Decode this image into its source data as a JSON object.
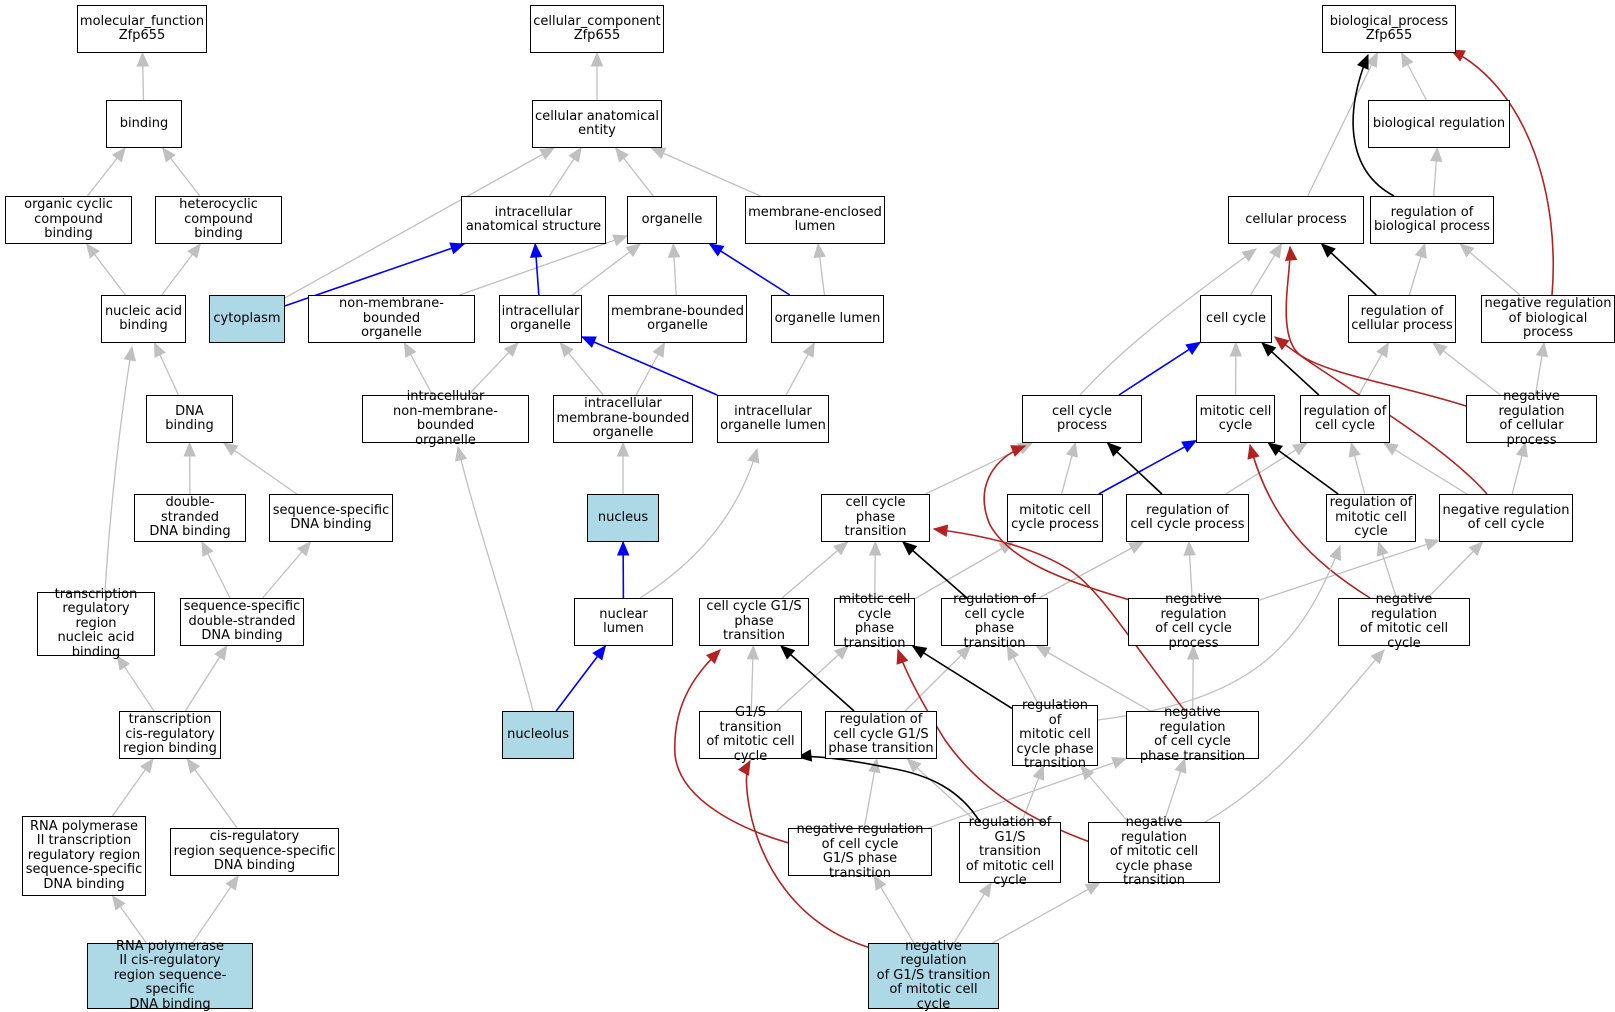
{
  "colors": {
    "is_a": "#c0c0c0",
    "part_of": "#0000ff",
    "regulates": "#000000",
    "negatively_regulates": "#b22222",
    "highlight": "#add8e6"
  },
  "nodes": [
    {
      "id": "mf",
      "label": "molecular_function\nZfp655"
    },
    {
      "id": "cc",
      "label": "cellular_component\nZfp655"
    },
    {
      "id": "bp",
      "label": "biological_process\nZfp655"
    },
    {
      "id": "binding",
      "label": "binding"
    },
    {
      "id": "cae",
      "label": "cellular anatomical\nentity"
    },
    {
      "id": "biolreg",
      "label": "biological regulation"
    },
    {
      "id": "ocb",
      "label": "organic cyclic\ncompound binding"
    },
    {
      "id": "hcb",
      "label": "heterocyclic\ncompound binding"
    },
    {
      "id": "ias",
      "label": "intracellular\nanatomical structure"
    },
    {
      "id": "organelle",
      "label": "organelle"
    },
    {
      "id": "mel",
      "label": "membrane-enclosed\nlumen"
    },
    {
      "id": "cellproc",
      "label": "cellular process"
    },
    {
      "id": "regbp",
      "label": "regulation of\nbiological process"
    },
    {
      "id": "nab",
      "label": "nucleic acid\nbinding"
    },
    {
      "id": "cytoplasm",
      "label": "cytoplasm",
      "highlight": true
    },
    {
      "id": "nmbo",
      "label": "non-membrane-bounded\norganelle"
    },
    {
      "id": "io",
      "label": "intracellular\norganelle"
    },
    {
      "id": "mbo",
      "label": "membrane-bounded\norganelle"
    },
    {
      "id": "ol",
      "label": "organelle lumen"
    },
    {
      "id": "cellcycle",
      "label": "cell cycle"
    },
    {
      "id": "regcp",
      "label": "regulation of\ncellular process"
    },
    {
      "id": "nrbp",
      "label": "negative regulation\nof biological\nprocess"
    },
    {
      "id": "dnab",
      "label": "DNA binding"
    },
    {
      "id": "inmbo",
      "label": "intracellular\nnon-membrane-bounded\norganelle"
    },
    {
      "id": "imbo",
      "label": "intracellular\nmembrane-bounded\norganelle"
    },
    {
      "id": "iol",
      "label": "intracellular\norganelle lumen"
    },
    {
      "id": "ccp",
      "label": "cell cycle process"
    },
    {
      "id": "mcc",
      "label": "mitotic cell\ncycle"
    },
    {
      "id": "regcc",
      "label": "regulation of\ncell cycle"
    },
    {
      "id": "nrcp",
      "label": "negative regulation\nof cellular\nprocess"
    },
    {
      "id": "dsdna",
      "label": "double-stranded\nDNA binding"
    },
    {
      "id": "ssdna",
      "label": "sequence-specific\nDNA binding"
    },
    {
      "id": "nucleus",
      "label": "nucleus",
      "highlight": true
    },
    {
      "id": "ccpt",
      "label": "cell cycle phase\ntransition"
    },
    {
      "id": "mccp",
      "label": "mitotic cell\ncycle process"
    },
    {
      "id": "regccp",
      "label": "regulation of\ncell cycle process"
    },
    {
      "id": "regmcc",
      "label": "regulation of\nmitotic cell\ncycle"
    },
    {
      "id": "nrcc",
      "label": "negative regulation\nof cell cycle"
    },
    {
      "id": "trrnab",
      "label": "transcription\nregulatory region\nnucleic acid\nbinding"
    },
    {
      "id": "ssdsdna",
      "label": "sequence-specific\ndouble-stranded\nDNA binding"
    },
    {
      "id": "nuclumen",
      "label": "nuclear lumen"
    },
    {
      "id": "g1spt",
      "label": "cell cycle G1/S\nphase transition"
    },
    {
      "id": "mccpt",
      "label": "mitotic cell\ncycle phase\ntransition"
    },
    {
      "id": "regccpt",
      "label": "regulation of\ncell cycle phase\ntransition"
    },
    {
      "id": "nrccp",
      "label": "negative regulation\nof cell cycle\nprocess"
    },
    {
      "id": "nrmcc",
      "label": "negative regulation\nof mitotic cell\ncycle"
    },
    {
      "id": "tcrrb",
      "label": "transcription\ncis-regulatory\nregion binding"
    },
    {
      "id": "nucleolus",
      "label": "nucleolus",
      "highlight": true
    },
    {
      "id": "g1smcc",
      "label": "G1/S transition\nof mitotic cell\ncycle"
    },
    {
      "id": "regccg1s",
      "label": "regulation of\ncell cycle G1/S\nphase transition"
    },
    {
      "id": "regmccpt",
      "label": "regulation of\nmitotic cell\ncycle phase\ntransition"
    },
    {
      "id": "nrccpt",
      "label": "negative regulation\nof cell cycle\nphase transition"
    },
    {
      "id": "rnap2trr",
      "label": "RNA polymerase\nII transcription\nregulatory region\nsequence-specific\nDNA binding"
    },
    {
      "id": "crrssb",
      "label": "cis-regulatory\nregion sequence-specific\nDNA binding"
    },
    {
      "id": "nrccg1s",
      "label": "negative regulation\nof cell cycle\nG1/S phase transition"
    },
    {
      "id": "regg1smcc",
      "label": "regulation of\nG1/S transition\nof mitotic cell\ncycle"
    },
    {
      "id": "nrmccpt",
      "label": "negative regulation\nof mitotic cell\ncycle phase\ntransition"
    },
    {
      "id": "rnap2cis",
      "label": "RNA polymerase\nII cis-regulatory\nregion sequence-specific\nDNA binding",
      "highlight": true
    },
    {
      "id": "nrg1smcc",
      "label": "negative regulation\nof G1/S transition\nof mitotic cell\ncycle",
      "highlight": true
    }
  ],
  "edges": [
    {
      "from": "binding",
      "to": "mf",
      "type": "is_a"
    },
    {
      "from": "ocb",
      "to": "binding",
      "type": "is_a"
    },
    {
      "from": "hcb",
      "to": "binding",
      "type": "is_a"
    },
    {
      "from": "nab",
      "to": "ocb",
      "type": "is_a"
    },
    {
      "from": "nab",
      "to": "hcb",
      "type": "is_a"
    },
    {
      "from": "dnab",
      "to": "nab",
      "type": "is_a"
    },
    {
      "from": "dsdna",
      "to": "dnab",
      "type": "is_a"
    },
    {
      "from": "ssdna",
      "to": "dnab",
      "type": "is_a"
    },
    {
      "from": "ssdsdna",
      "to": "dsdna",
      "type": "is_a"
    },
    {
      "from": "ssdsdna",
      "to": "ssdna",
      "type": "is_a"
    },
    {
      "from": "trrnab",
      "to": "nab",
      "type": "is_a"
    },
    {
      "from": "tcrrb",
      "to": "trrnab",
      "type": "is_a"
    },
    {
      "from": "tcrrb",
      "to": "ssdsdna",
      "type": "is_a"
    },
    {
      "from": "rnap2trr",
      "to": "tcrrb",
      "type": "is_a"
    },
    {
      "from": "crrssb",
      "to": "tcrrb",
      "type": "is_a"
    },
    {
      "from": "rnap2cis",
      "to": "rnap2trr",
      "type": "is_a"
    },
    {
      "from": "rnap2cis",
      "to": "crrssb",
      "type": "is_a"
    },
    {
      "from": "cae",
      "to": "cc",
      "type": "is_a"
    },
    {
      "from": "ias",
      "to": "cae",
      "type": "is_a"
    },
    {
      "from": "organelle",
      "to": "cae",
      "type": "is_a"
    },
    {
      "from": "mel",
      "to": "cae",
      "type": "is_a"
    },
    {
      "from": "cytoplasm",
      "to": "cae",
      "type": "is_a"
    },
    {
      "from": "cytoplasm",
      "to": "ias",
      "type": "part_of"
    },
    {
      "from": "nmbo",
      "to": "organelle",
      "type": "is_a"
    },
    {
      "from": "io",
      "to": "organelle",
      "type": "is_a"
    },
    {
      "from": "io",
      "to": "ias",
      "type": "part_of"
    },
    {
      "from": "mbo",
      "to": "organelle",
      "type": "is_a"
    },
    {
      "from": "ol",
      "to": "mel",
      "type": "is_a"
    },
    {
      "from": "ol",
      "to": "organelle",
      "type": "part_of"
    },
    {
      "from": "inmbo",
      "to": "nmbo",
      "type": "is_a"
    },
    {
      "from": "inmbo",
      "to": "io",
      "type": "is_a"
    },
    {
      "from": "imbo",
      "to": "io",
      "type": "is_a"
    },
    {
      "from": "imbo",
      "to": "mbo",
      "type": "is_a"
    },
    {
      "from": "iol",
      "to": "ol",
      "type": "is_a"
    },
    {
      "from": "iol",
      "to": "io",
      "type": "part_of"
    },
    {
      "from": "nucleus",
      "to": "imbo",
      "type": "is_a"
    },
    {
      "from": "nuclumen",
      "to": "iol",
      "type": "is_a"
    },
    {
      "from": "nuclumen",
      "to": "nucleus",
      "type": "part_of"
    },
    {
      "from": "nucleolus",
      "to": "inmbo",
      "type": "is_a"
    },
    {
      "from": "nucleolus",
      "to": "nuclumen",
      "type": "part_of"
    },
    {
      "from": "biolreg",
      "to": "bp",
      "type": "is_a"
    },
    {
      "from": "cellproc",
      "to": "bp",
      "type": "is_a"
    },
    {
      "from": "regbp",
      "to": "biolreg",
      "type": "is_a"
    },
    {
      "from": "regbp",
      "to": "bp",
      "type": "regulates"
    },
    {
      "from": "nrbp",
      "to": "regbp",
      "type": "is_a"
    },
    {
      "from": "nrbp",
      "to": "bp",
      "type": "negatively_regulates"
    },
    {
      "from": "cellcycle",
      "to": "cellproc",
      "type": "is_a"
    },
    {
      "from": "regcp",
      "to": "regbp",
      "type": "is_a"
    },
    {
      "from": "regcp",
      "to": "cellproc",
      "type": "regulates"
    },
    {
      "from": "ccp",
      "to": "cellproc",
      "type": "is_a"
    },
    {
      "from": "ccp",
      "to": "cellcycle",
      "type": "part_of"
    },
    {
      "from": "mcc",
      "to": "cellcycle",
      "type": "is_a"
    },
    {
      "from": "regcc",
      "to": "regcp",
      "type": "is_a"
    },
    {
      "from": "regcc",
      "to": "cellcycle",
      "type": "regulates"
    },
    {
      "from": "nrcp",
      "to": "nrbp",
      "type": "is_a"
    },
    {
      "from": "nrcp",
      "to": "regcp",
      "type": "is_a"
    },
    {
      "from": "nrcp",
      "to": "cellproc",
      "type": "negatively_regulates"
    },
    {
      "from": "ccpt",
      "to": "ccp",
      "type": "is_a"
    },
    {
      "from": "mccp",
      "to": "ccp",
      "type": "is_a"
    },
    {
      "from": "mccp",
      "to": "mcc",
      "type": "part_of"
    },
    {
      "from": "regccp",
      "to": "regcc",
      "type": "is_a"
    },
    {
      "from": "regccp",
      "to": "ccp",
      "type": "regulates"
    },
    {
      "from": "regmcc",
      "to": "regcc",
      "type": "is_a"
    },
    {
      "from": "regmcc",
      "to": "mcc",
      "type": "regulates"
    },
    {
      "from": "nrcc",
      "to": "regcc",
      "type": "is_a"
    },
    {
      "from": "nrcc",
      "to": "nrcp",
      "type": "is_a"
    },
    {
      "from": "nrcc",
      "to": "cellcycle",
      "type": "negatively_regulates"
    },
    {
      "from": "g1spt",
      "to": "ccpt",
      "type": "is_a"
    },
    {
      "from": "mccpt",
      "to": "ccpt",
      "type": "is_a"
    },
    {
      "from": "mccpt",
      "to": "mccp",
      "type": "is_a"
    },
    {
      "from": "regccpt",
      "to": "ccpt",
      "type": "regulates"
    },
    {
      "from": "regccpt",
      "to": "regccp",
      "type": "is_a"
    },
    {
      "from": "nrccp",
      "to": "regccp",
      "type": "is_a"
    },
    {
      "from": "nrccp",
      "to": "nrcc",
      "type": "is_a"
    },
    {
      "from": "nrccp",
      "to": "ccp",
      "type": "negatively_regulates"
    },
    {
      "from": "nrmcc",
      "to": "regmcc",
      "type": "is_a"
    },
    {
      "from": "nrmcc",
      "to": "nrcc",
      "type": "is_a"
    },
    {
      "from": "nrmcc",
      "to": "mcc",
      "type": "negatively_regulates"
    },
    {
      "from": "g1smcc",
      "to": "g1spt",
      "type": "is_a"
    },
    {
      "from": "g1smcc",
      "to": "mccpt",
      "type": "is_a"
    },
    {
      "from": "regccg1s",
      "to": "regccpt",
      "type": "is_a"
    },
    {
      "from": "regccg1s",
      "to": "g1spt",
      "type": "regulates"
    },
    {
      "from": "regmccpt",
      "to": "regccpt",
      "type": "is_a"
    },
    {
      "from": "regmccpt",
      "to": "regmcc",
      "type": "is_a"
    },
    {
      "from": "regmccpt",
      "to": "mccpt",
      "type": "regulates"
    },
    {
      "from": "nrccpt",
      "to": "regccpt",
      "type": "is_a"
    },
    {
      "from": "nrccpt",
      "to": "nrccp",
      "type": "is_a"
    },
    {
      "from": "nrccpt",
      "to": "ccpt",
      "type": "negatively_regulates"
    },
    {
      "from": "nrccg1s",
      "to": "regccg1s",
      "type": "is_a"
    },
    {
      "from": "nrccg1s",
      "to": "nrccpt",
      "type": "is_a"
    },
    {
      "from": "nrccg1s",
      "to": "g1spt",
      "type": "negatively_regulates"
    },
    {
      "from": "regg1smcc",
      "to": "regccg1s",
      "type": "is_a"
    },
    {
      "from": "regg1smcc",
      "to": "regmccpt",
      "type": "is_a"
    },
    {
      "from": "regg1smcc",
      "to": "g1smcc",
      "type": "regulates"
    },
    {
      "from": "nrmccpt",
      "to": "regmccpt",
      "type": "is_a"
    },
    {
      "from": "nrmccpt",
      "to": "nrccpt",
      "type": "is_a"
    },
    {
      "from": "nrmccpt",
      "to": "nrmcc",
      "type": "is_a"
    },
    {
      "from": "nrmccpt",
      "to": "mccpt",
      "type": "negatively_regulates"
    },
    {
      "from": "nrg1smcc",
      "to": "nrccg1s",
      "type": "is_a"
    },
    {
      "from": "nrg1smcc",
      "to": "regg1smcc",
      "type": "is_a"
    },
    {
      "from": "nrg1smcc",
      "to": "nrmccpt",
      "type": "is_a"
    },
    {
      "from": "nrg1smcc",
      "to": "g1smcc",
      "type": "negatively_regulates"
    }
  ]
}
